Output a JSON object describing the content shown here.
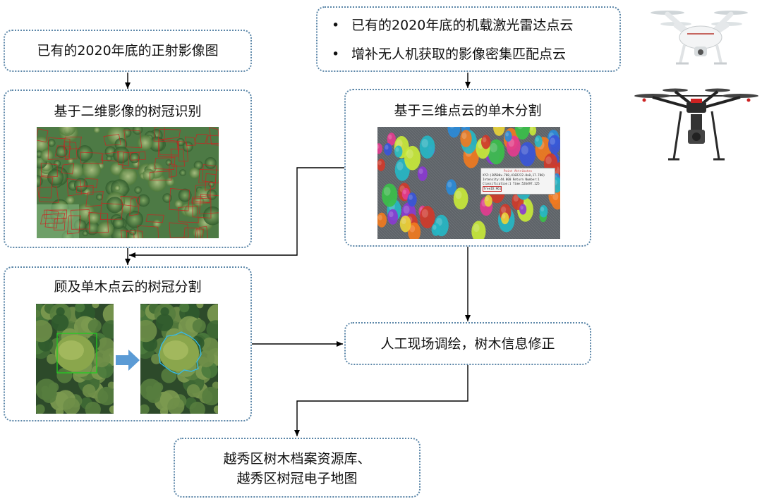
{
  "boxes": {
    "ortho_source": "已有的2020年底的正射影像图",
    "crown_2d": "基于二维影像的树冠识别",
    "pointcloud_sources": [
      "已有的2020年底的机载激光雷达点云",
      "增补无人机获取的影像密集匹配点云"
    ],
    "tree_seg_3d": "基于三维点云的单木分割",
    "crown_seg": "顾及单木点云的树冠分割",
    "field_survey": "人工现场调绘，树木信息修正",
    "output": [
      "越秀区树木档案资源库、",
      "越秀区树冠电子地图"
    ]
  },
  "bullet_symbol": "•",
  "point_attr_popup": {
    "title": "Point Attributes",
    "lines": [
      "XYZ:(38500x.768,4102222.0x0,17.780)",
      "Intensity:44.000      Return Number:1",
      "Classification:1      Time:526497.125",
      "TreeID:961"
    ]
  },
  "colors": {
    "border": "#5b86a8",
    "arrow": "#000000",
    "blue_arrow": "#5b9bd5",
    "square_outline": "#22cc22",
    "crown_outline": "#33bbee",
    "crown_grid": "#cc2222"
  }
}
